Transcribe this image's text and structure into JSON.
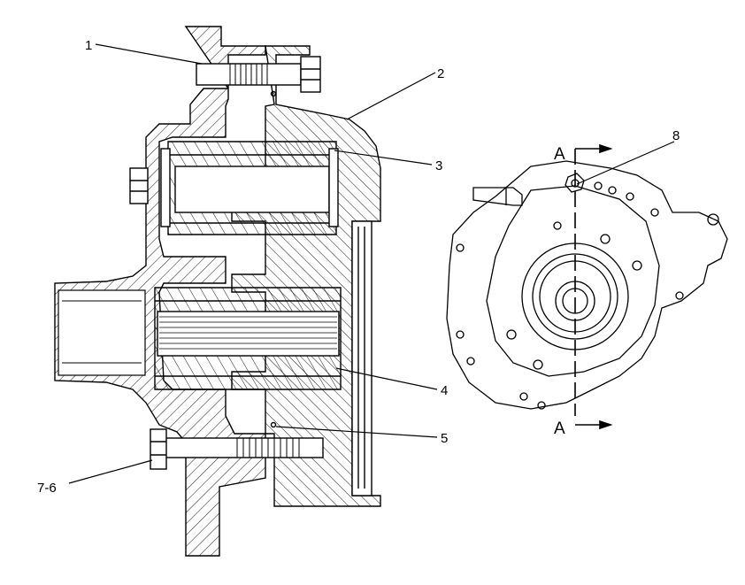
{
  "callouts": {
    "c1": "1",
    "c2": "2",
    "c3": "3",
    "c4": "4",
    "c5": "5",
    "c76": "7-6",
    "c8": "8"
  },
  "section_marks": {
    "top": "A",
    "bottom": "A"
  },
  "colors": {
    "line": "#000000",
    "background": "#ffffff"
  }
}
